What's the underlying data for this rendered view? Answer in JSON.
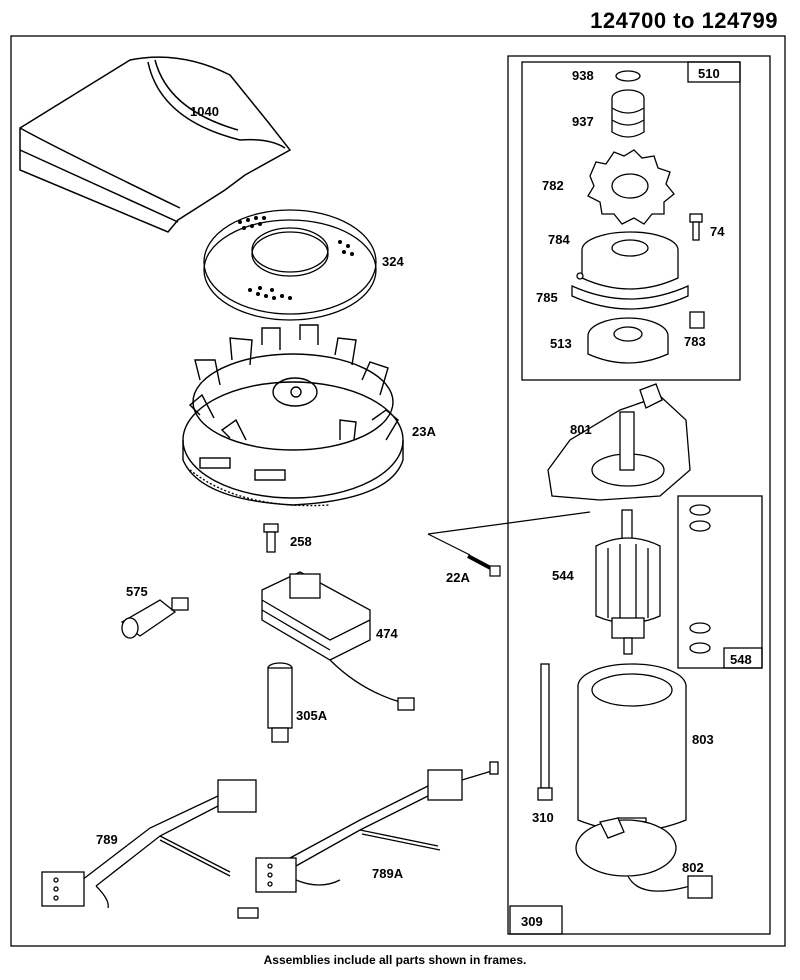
{
  "title": "124700 to 124799",
  "footer": "Assemblies include all parts shown in frames.",
  "parts": {
    "p1040": "1040",
    "p324": "324",
    "p23A": "23A",
    "p258": "258",
    "p22A": "22A",
    "p575": "575",
    "p474": "474",
    "p305A": "305A",
    "p789": "789",
    "p789A": "789A",
    "p938": "938",
    "p937": "937",
    "p782": "782",
    "p74": "74",
    "p784": "784",
    "p785": "785",
    "p513": "513",
    "p783": "783",
    "p801": "801",
    "p544": "544",
    "p548": "548",
    "p803": "803",
    "p310": "310",
    "p802": "802",
    "p309": "309",
    "p510": "510"
  }
}
